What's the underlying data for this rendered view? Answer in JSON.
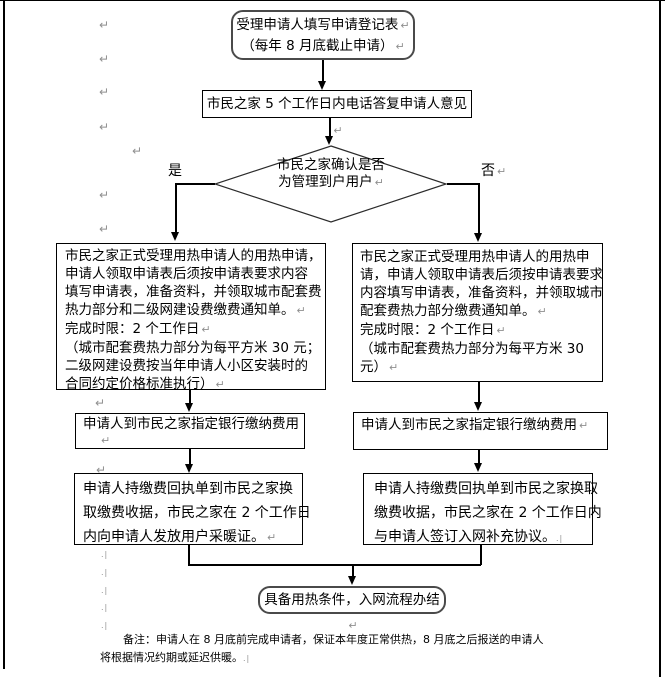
{
  "symbols": {
    "pilcrow": "↵",
    "hidden_mark": ".|"
  },
  "labels": {
    "yes": "是",
    "no": "否"
  },
  "nodes": {
    "start": {
      "lines": [
        "受理申请人填写申请登记表",
        "（每年 8 月底截止申请）"
      ]
    },
    "reply": {
      "text": "市民之家 5 个工作日内电话答复申请人意见"
    },
    "decision": {
      "lines": [
        "市民之家确认是否",
        "为管理到户用户"
      ]
    },
    "left_accept": {
      "lines": [
        "市民之家正式受理用热申请人的用热申请，",
        "申请人领取申请表后须按申请表要求内容",
        "填写申请表，准备资料，并领取城市配套费",
        "热力部分和二级网建设费缴费通知单。",
        "完成时限：2 个工作日",
        "（城市配套费热力部分为每平方米 30 元；",
        "二级网建设费按当年申请人小区安装时的",
        "合同约定价格标准执行）"
      ]
    },
    "right_accept": {
      "lines": [
        "市民之家正式受理用热申请人的用热申",
        "请，申请人领取申请表后须按申请表要求",
        "内容填写申请表，准备资料，并领取城市",
        "配套费热力部分缴费通知单。",
        "完成时限：2 个工作日",
        "（城市配套费热力部分为每平方米  30",
        "元）"
      ]
    },
    "left_pay": {
      "text": "申请人到市民之家指定银行缴纳费用"
    },
    "right_pay": {
      "text": "申请人到市民之家指定银行缴纳费用"
    },
    "left_receipt": {
      "lines": [
        "申请人持缴费回执单到市民之家换",
        "取缴费收据，市民之家在 2 个工作日",
        "内向申请人发放用户采暖证。"
      ]
    },
    "right_receipt": {
      "lines": [
        "申请人持缴费回执单到市民之家换取",
        "缴费收据，市民之家在 2 个工作日内",
        "与申请人签订入网补充协议。"
      ]
    },
    "end": {
      "text": "具备用热条件，入网流程办结"
    }
  },
  "note": {
    "lines": [
      "备注：申请人在 8 月底前完成申请者，保证本年度正常供热，8 月底之后报送的申请人",
      "将根据情况约期或延迟供暖。"
    ]
  }
}
